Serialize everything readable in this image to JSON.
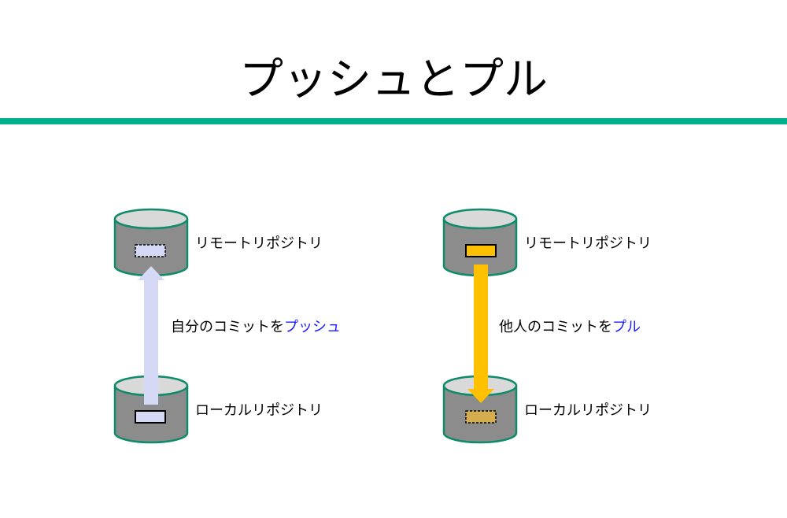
{
  "title": "プッシュとプル",
  "colors": {
    "accent_rule": "#00b08a",
    "cylinder_fill": "#8c8c8c",
    "cylinder_top": "#d9d9d9",
    "cylinder_stroke": "#0f8a6a",
    "push_arrow": "#d6d9f5",
    "pull_arrow": "#ffc000",
    "verb_text": "#1a1aff"
  },
  "push": {
    "remote_label": "リモートリポジトリ",
    "local_label": "ローカルリポジトリ",
    "caption_prefix": "自分のコミットを",
    "caption_verb": "プッシュ"
  },
  "pull": {
    "remote_label": "リモートリポジトリ",
    "local_label": "ローカルリポジトリ",
    "caption_prefix": "他人のコミットを",
    "caption_verb": "プル"
  }
}
